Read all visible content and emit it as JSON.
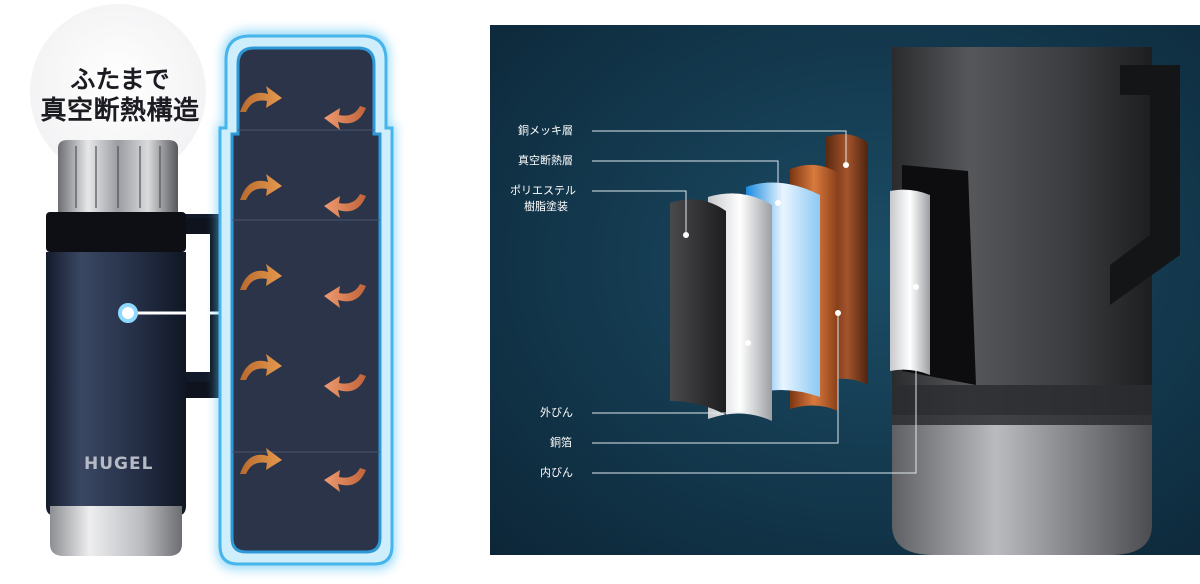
{
  "headline": {
    "line1": "ふたまで",
    "line2": "真空断熱構造"
  },
  "product": {
    "brand": "HUGEL"
  },
  "layers": [
    {
      "id": "copper-plating",
      "label": "銅メッキ層"
    },
    {
      "id": "vacuum-layer",
      "label": "真空断熱層"
    },
    {
      "id": "polyester-coating",
      "label_line1": "ポリエステル",
      "label_line2": "樹脂塗装"
    },
    {
      "id": "outer-bottle",
      "label": "外びん"
    },
    {
      "id": "copper-foil",
      "label": "銅箔"
    },
    {
      "id": "inner-bottle",
      "label": "内びん"
    }
  ],
  "colors": {
    "panel_bg": "#0f3346",
    "glow": "#59c4f4",
    "bottle_navy": "#27324a",
    "arrow_orange": "#d07a3c",
    "copper": "#b55a26"
  },
  "icons": {
    "arrow": "curved-arrow-icon"
  }
}
